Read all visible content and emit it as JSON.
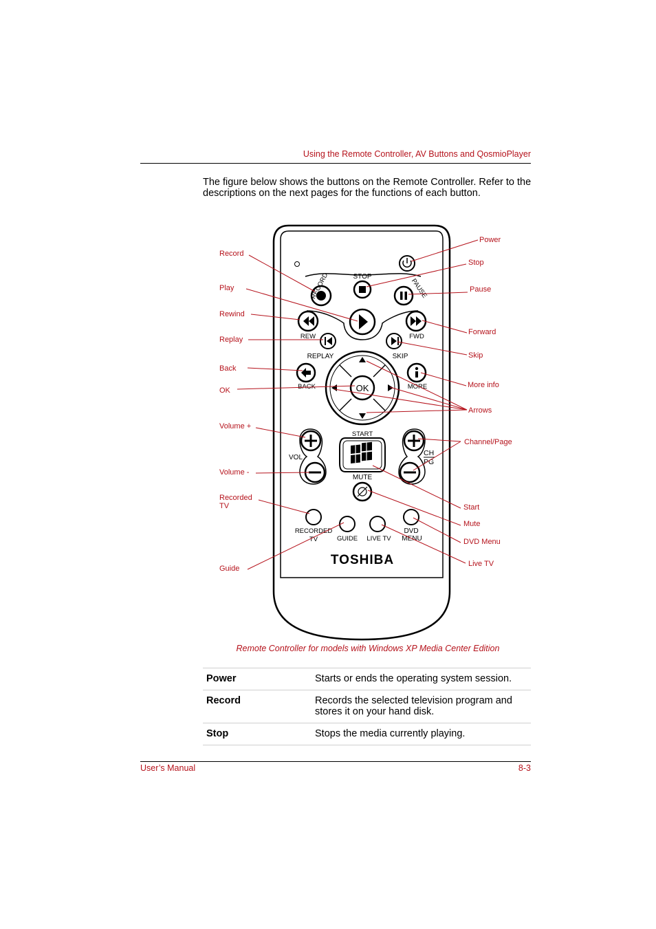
{
  "header": {
    "title": "Using the Remote Controller, AV Buttons and QosmioPlayer"
  },
  "intro": "The figure below shows the buttons on the Remote Controller. Refer to the descriptions on the next pages for the functions of each button.",
  "figure": {
    "callouts": {
      "record": "Record",
      "play": "Play",
      "rewind": "Rewind",
      "replay": "Replay",
      "back": "Back",
      "ok": "OK",
      "volume_up": "Volume +",
      "volume_down": "Volume -",
      "recorded_tv_line1": "Recorded",
      "recorded_tv_line2": "TV",
      "guide": "Guide",
      "power": "Power",
      "stop": "Stop",
      "pause": "Pause",
      "forward": "Forward",
      "skip": "Skip",
      "more_info": "More info",
      "arrows": "Arrows",
      "channel_page": "Channel/Page",
      "start": "Start",
      "mute": "Mute",
      "dvd_menu": "DVD Menu",
      "live_tv": "Live TV"
    },
    "remote_labels": {
      "stop": "STOP",
      "rew": "REW",
      "fwd": "FWD",
      "replay": "REPLAY",
      "skip": "SKIP",
      "back": "BACK",
      "more": "MORE",
      "ok": "OK",
      "start": "START",
      "vol": "VOL",
      "ch": "CH",
      "pg": "PG",
      "mute": "MUTE",
      "recorded_line1": "RECORDED",
      "recorded_line2": "TV",
      "guide": "GUIDE",
      "live_tv": "LIVE TV",
      "dvd_line1": "DVD",
      "dvd_line2": "MENU",
      "brand": "TOSHIBA",
      "record_arc": "RECORD",
      "pause_arc": "PAUSE"
    },
    "caption": "Remote Controller for models with Windows XP Media Center Edition",
    "accent_color": "#b5121b"
  },
  "table": [
    {
      "term": "Power",
      "description": "Starts or ends the operating system session."
    },
    {
      "term": "Record",
      "description": "Records the selected television program and stores it on your hand disk."
    },
    {
      "term": "Stop",
      "description": "Stops the media currently playing."
    }
  ],
  "footer": {
    "left": "User’s Manual",
    "right": "8-3"
  }
}
